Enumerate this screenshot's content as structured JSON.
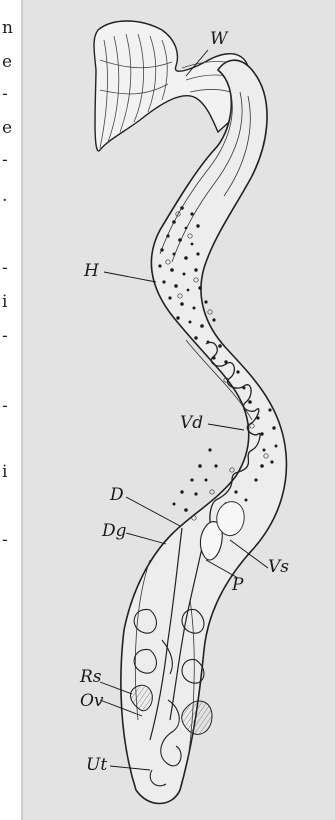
{
  "margin_fragments": [
    "n",
    "e",
    "-",
    "e",
    "-",
    ".",
    "-",
    "i",
    "-",
    "-",
    "i",
    "-"
  ],
  "labels": {
    "W": "W",
    "H": "H",
    "Vd": "Vd",
    "D": "D",
    "Dg": "Dg",
    "Vs": "Vs",
    "P": "P",
    "Rs": "Rs",
    "Ov": "Ov",
    "Ut": "Ut"
  }
}
